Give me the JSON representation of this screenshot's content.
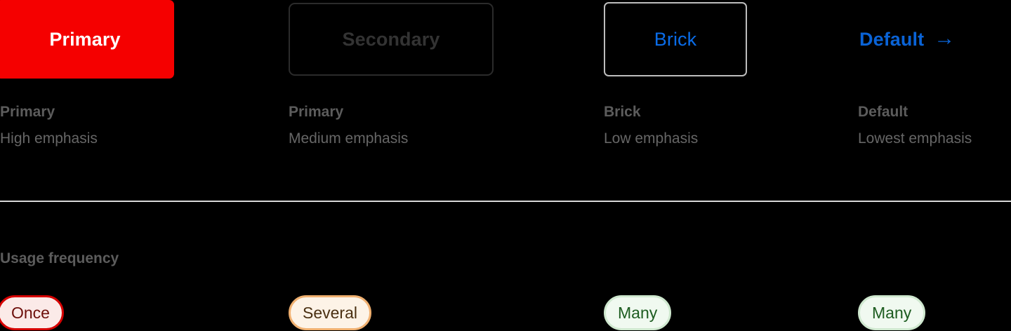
{
  "page": {
    "background_color": "#000000",
    "divider_color": "#d8d8d8"
  },
  "buttons": [
    {
      "label": "Primary",
      "variant": "solid",
      "bg_color": "#f50000",
      "text_color": "#ffffff",
      "caption_title": "Primary",
      "caption_sub": "High emphasis",
      "usage": "Once"
    },
    {
      "label": "Secondary",
      "variant": "outline-dark",
      "border_color": "#2b2b2b",
      "text_color": "#333333",
      "caption_title": "Primary",
      "caption_sub": "Medium emphasis",
      "usage": "Several"
    },
    {
      "label": "Brick",
      "variant": "outline-light",
      "border_color": "#bdbdbd",
      "text_color": "#0a6ce8",
      "caption_title": "Brick",
      "caption_sub": "Low emphasis",
      "usage": "Many"
    },
    {
      "label": "Default",
      "variant": "text-link",
      "icon": "arrow-right-icon",
      "icon_glyph": "→",
      "text_color": "#0a63d6",
      "caption_title": "Default",
      "caption_sub": "Lowest emphasis",
      "usage": "Many"
    }
  ],
  "usage_section": {
    "label": "Usage frequency",
    "pills": [
      {
        "label": "Once",
        "bg_color": "#fbeae8",
        "border_color": "#d60000",
        "text_color": "#6d0f0b"
      },
      {
        "label": "Several",
        "bg_color": "#fdf3e7",
        "border_color": "#f0b070",
        "text_color": "#4a3012"
      },
      {
        "label": "Many",
        "bg_color": "#f0f9f0",
        "border_color": "#cfe8cf",
        "text_color": "#1d5c20"
      },
      {
        "label": "Many",
        "bg_color": "#f0f9f0",
        "border_color": "#cfe8cf",
        "text_color": "#1d5c20"
      }
    ]
  }
}
